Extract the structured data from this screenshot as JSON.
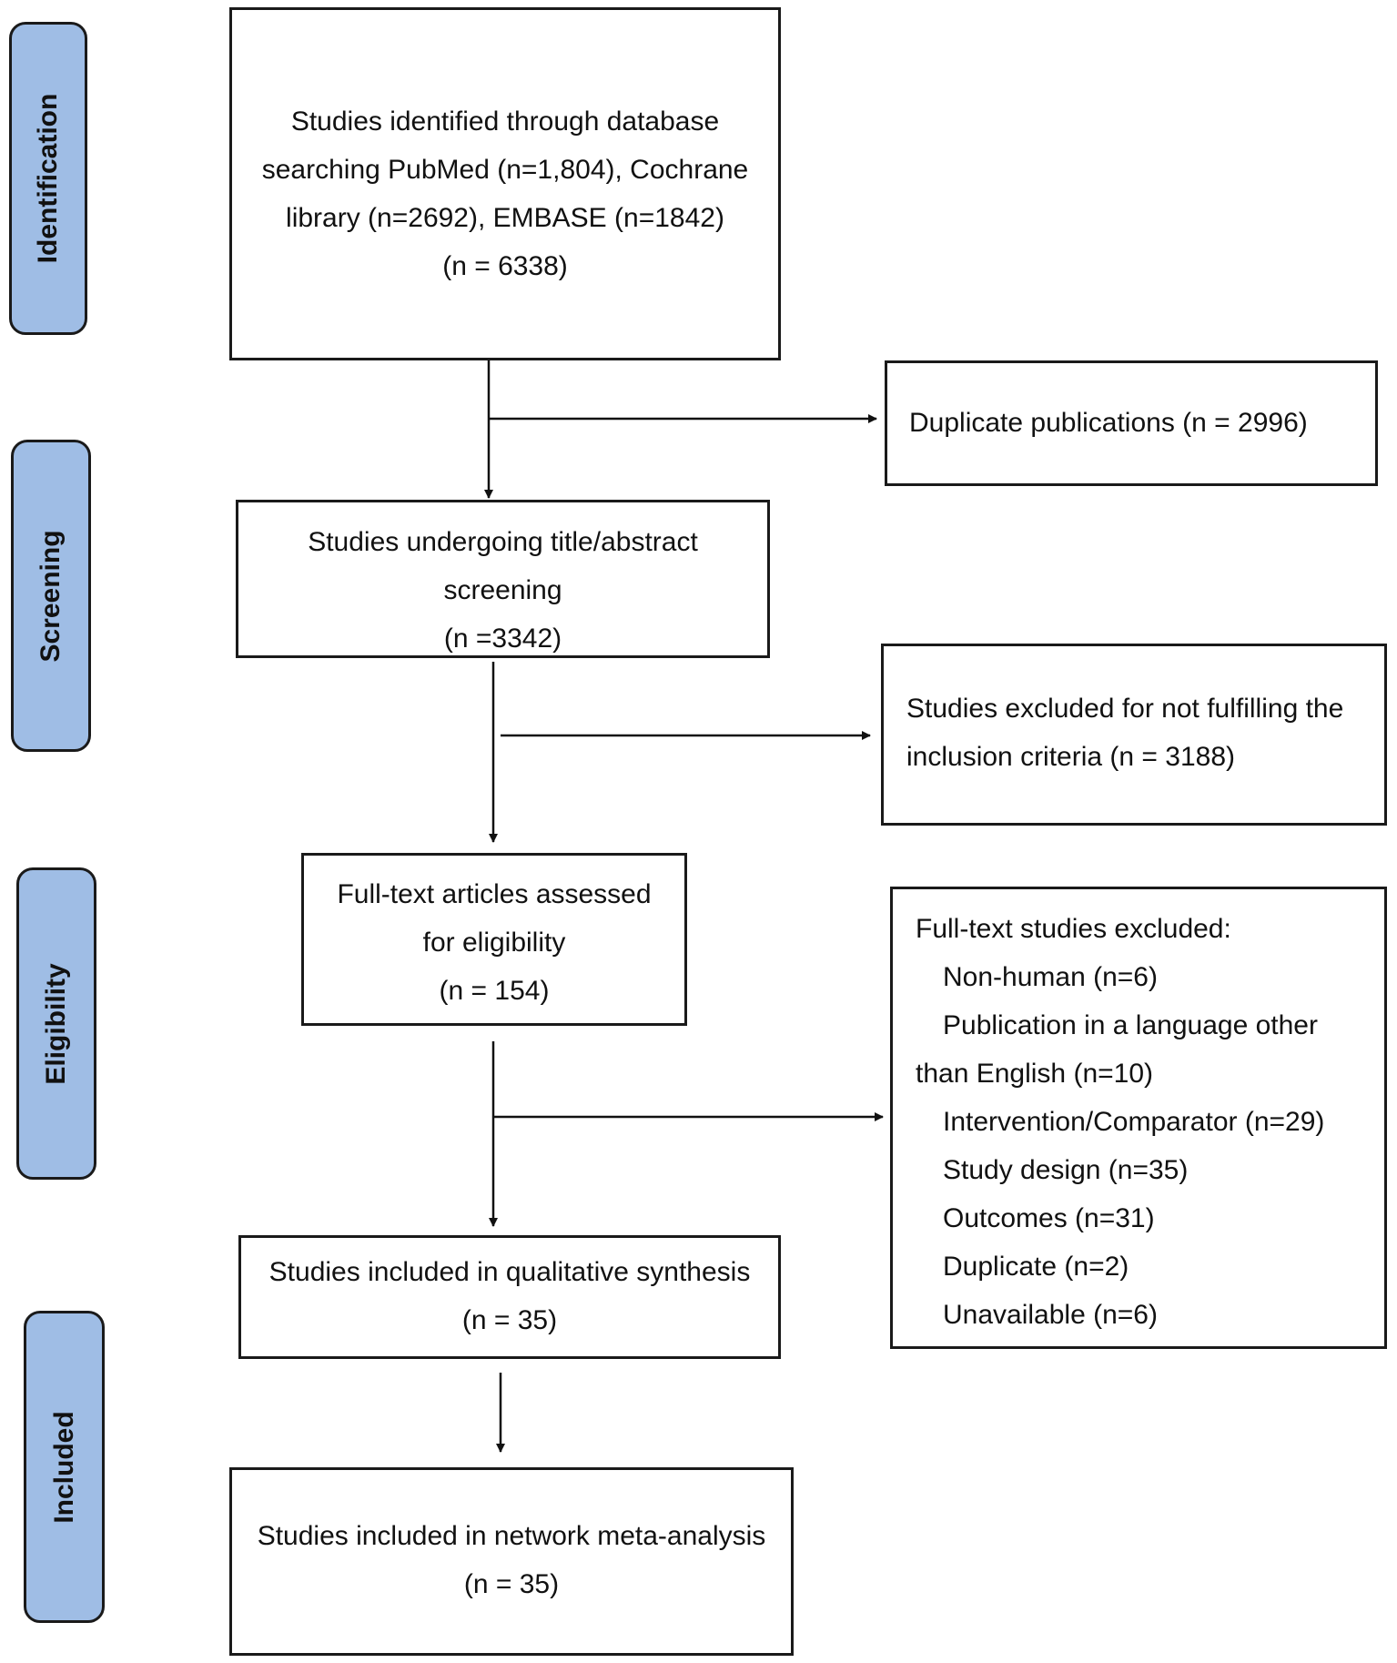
{
  "phases": {
    "identification": "Identification",
    "screening": "Screening",
    "eligibility": "Eligibility",
    "included": "Included"
  },
  "boxes": {
    "identified": {
      "lines": [
        "Studies identified through database",
        "searching PubMed (n=1,804), Cochrane",
        "library (n=2692), EMBASE (n=1842)",
        "(n = 6338)"
      ]
    },
    "duplicates": {
      "lines": [
        "Duplicate publications (n = 2996)"
      ]
    },
    "screening": {
      "lines": [
        "Studies undergoing title/abstract",
        "screening",
        "(n =3342)"
      ]
    },
    "excluded_criteria": {
      "lines": [
        "Studies excluded for not fulfilling the",
        "inclusion criteria (n = 3188)"
      ]
    },
    "fulltext": {
      "lines": [
        "Full-text articles assessed",
        "for eligibility",
        "(n = 154)"
      ]
    },
    "fulltext_excluded": {
      "lines": [
        "Full-text studies excluded:",
        "Non-human (n=6)",
        "Publication in a language other",
        "than English (n=10)",
        "Intervention/Comparator (n=29)",
        "Study design (n=35)",
        "Outcomes (n=31)",
        "Duplicate (n=2)",
        "Unavailable (n=6)"
      ]
    },
    "qualitative": {
      "lines": [
        "Studies included in qualitative synthesis",
        "(n = 35)"
      ]
    },
    "network": {
      "lines": [
        "Studies included in network meta-analysis",
        "(n = 35)"
      ]
    }
  }
}
